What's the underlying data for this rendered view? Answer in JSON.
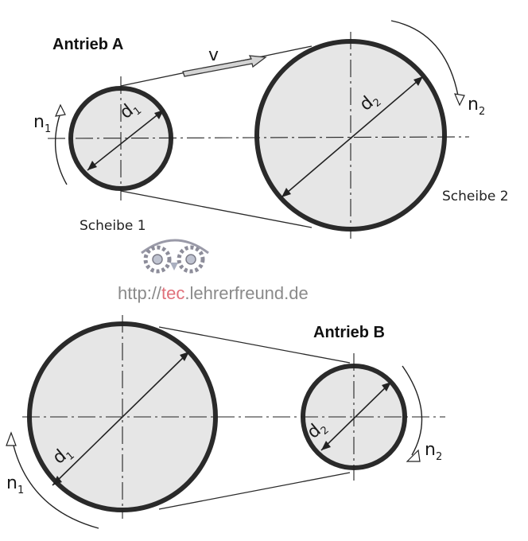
{
  "drive_a": {
    "title": "Antrieb A",
    "speed_label": "v",
    "pulley_small": {
      "caption": "Scheibe 1",
      "diameter_label": "d",
      "diameter_sub": "1",
      "speed": "n",
      "speed_sub": "1"
    },
    "pulley_large": {
      "caption": "Scheibe 2",
      "diameter_label": "d",
      "diameter_sub": "2",
      "speed": "n",
      "speed_sub": "2"
    }
  },
  "drive_b": {
    "title": "Antrieb B",
    "pulley_large": {
      "diameter_label": "d",
      "diameter_sub": "1",
      "speed": "n",
      "speed_sub": "1"
    },
    "pulley_small": {
      "diameter_label": "d",
      "diameter_sub": "2",
      "speed": "n",
      "speed_sub": "2"
    }
  },
  "watermark": {
    "prefix": "http://",
    "accent": "tec",
    "suffix": ".lehrerfreund.de",
    "logo": "owl-gear-logo"
  },
  "colors": {
    "disc_fill": "#e6e6e6",
    "outline": "#2a2a2a",
    "watermark_gray": "#8a8a8a",
    "watermark_accent": "#e0707a"
  }
}
